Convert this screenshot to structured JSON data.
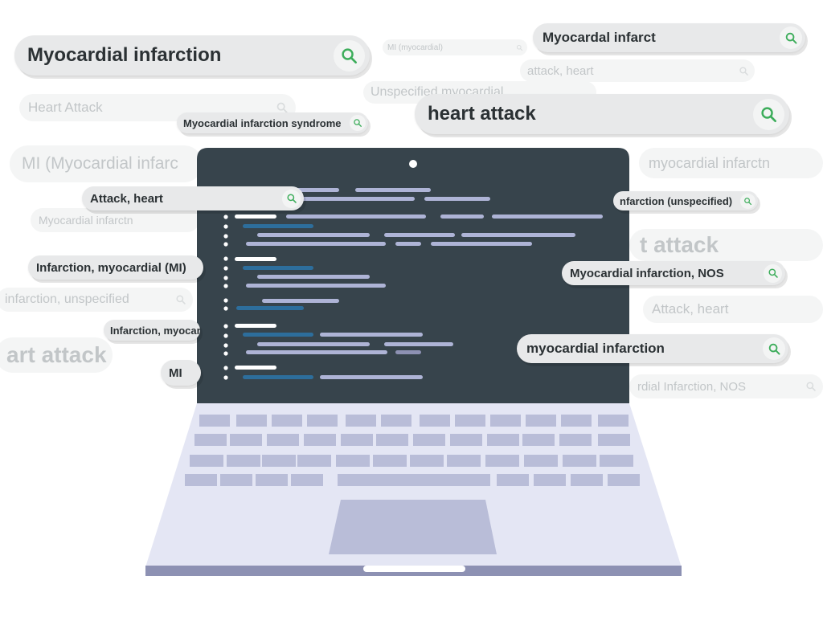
{
  "colors": {
    "screen": "#37444c",
    "keyboard_deck": "#e4e6f4",
    "keys": "#b9bdd8",
    "touchpad": "#b9bdd8",
    "base_edge": "#8d91b3",
    "pill_bg": "#e8e9ea",
    "search_icon": "#3dad5b",
    "code_light": "#aeb4d6",
    "code_blue": "#2d6e9c"
  },
  "icons": {
    "search": "search-icon",
    "camera": "webcam-dot"
  },
  "search_terms": [
    "Myocardial infarction",
    "MI (myocardial)",
    "Myocardal infarct",
    "attack, heart",
    "Unspecified myocardial",
    "Heart Attack",
    "Myocardial infarction syndrome",
    "heart attack",
    "MI (Myocardial infarc",
    "myocardial infarctn",
    "Attack, heart",
    "nfarction (unspecified)",
    "Myocardial infarctn",
    "t attack",
    "Infarction, myocardial (MI)",
    "Myocardial infarction, NOS",
    "infarction, unspecified",
    "Attack, heart",
    "Infarction, myocar",
    "art attack",
    "myocardial infarction",
    "MI",
    "rdial Infarction, NOS"
  ]
}
